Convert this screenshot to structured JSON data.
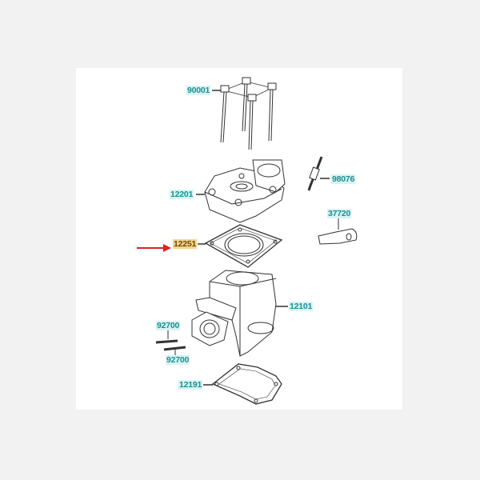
{
  "diagram": {
    "parts": [
      {
        "id": "90001",
        "name": "head-bolts"
      },
      {
        "id": "98076",
        "name": "spark-plug"
      },
      {
        "id": "12201",
        "name": "cylinder-head"
      },
      {
        "id": "37720",
        "name": "bracket"
      },
      {
        "id": "12251",
        "name": "head-gasket",
        "highlighted": true
      },
      {
        "id": "12101",
        "name": "cylinder"
      },
      {
        "id": "92700",
        "name": "stud-upper"
      },
      {
        "id": "92700",
        "name": "stud-lower"
      },
      {
        "id": "12191",
        "name": "base-gasket"
      }
    ],
    "colors": {
      "label": "#1b8f93",
      "label_bg": "#d8f3f3",
      "highlight_bg": "#f6d48a",
      "arrow": "#e02020"
    }
  }
}
